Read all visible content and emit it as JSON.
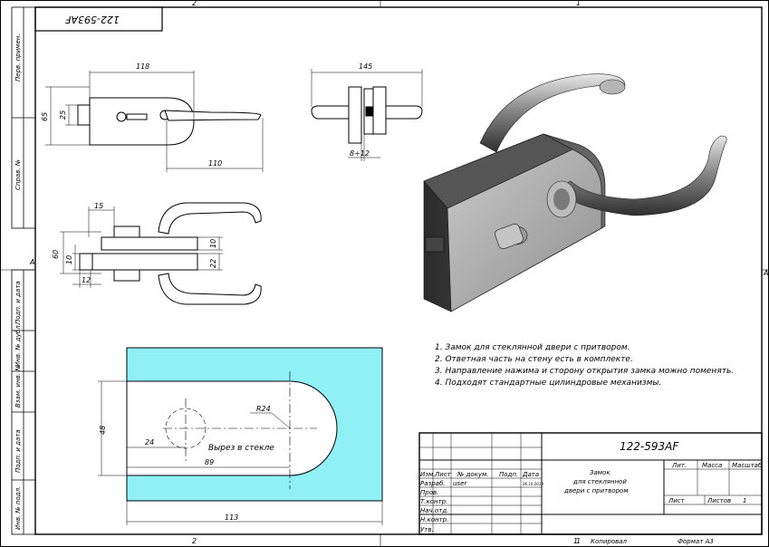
{
  "drawing": {
    "rotated_number": "122-593AF",
    "zone_top_left": "2",
    "zone_top_right": "1",
    "zone_bottom_left": "2",
    "zone_bottom_right": "1",
    "zone_left": "A",
    "zone_right": "A"
  },
  "side_labels": [
    "Перв. примен.",
    "Справ. №",
    "Подп. и дата",
    "Инв. № дубл.",
    "Взам. инв. №",
    "Подп. и дата",
    "Инв. № подл."
  ],
  "dimensions": {
    "front_width": "118",
    "front_height": "65",
    "front_inner": "25",
    "handle_length": "110",
    "side_width": "145",
    "side_gap": "8÷12",
    "top_15": "15",
    "top_60": "60",
    "top_10_left": "10",
    "top_12": "12",
    "top_10_right": "10",
    "top_22": "22",
    "cut_height": "48",
    "cut_r": "R24",
    "cut_24": "24",
    "cut_89": "89",
    "cut_113": "113"
  },
  "cutout_label": "Вырез в стекле",
  "notes": [
    "1. Замок для стеклянной двери с притвором.",
    "2. Ответная часть на стену есть в комплекте.",
    "3. Направление нажима и сторону открытия замка можно поменять.",
    "4. Подходят стандартные цилиндровые механизмы."
  ],
  "title_block": {
    "designation": "122-593AF",
    "name_line1": "Замок",
    "name_line2": "для стеклянной",
    "name_line3": "двери с притвором",
    "lit": "Лит.",
    "massa": "Масса",
    "masshtab": "Масштаб",
    "list": "Лист",
    "listov": "Листов",
    "listov_value": "1",
    "col_izm": "Изм.",
    "col_list": "Лист",
    "col_doc": "№ докум.",
    "col_podp": "Подп.",
    "col_date": "Дата",
    "row_razrab": "Разраб.",
    "razrab_name": "user",
    "razrab_date": "06.10.2019",
    "row_prov": "Пров.",
    "row_tkontr": "Т.контр.",
    "row_nachotd": "Нач.отд.",
    "row_nkontr": "Н.контр.",
    "row_utv": "Утв.",
    "copied": "Копировал",
    "format": "Формат А3",
    "bottom_1": "1"
  },
  "colors": {
    "cutout_fill": "#8ff0f5",
    "line": "#000000",
    "metal_dark": "#3a3a3a",
    "metal_mid": "#8c8c8c",
    "metal_light": "#d0d0d0"
  }
}
